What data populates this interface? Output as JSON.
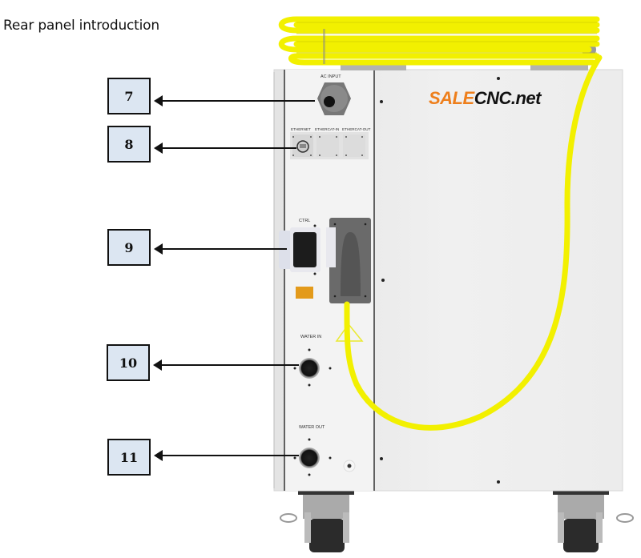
{
  "page": {
    "title": "Rear panel introduction"
  },
  "callouts": [
    {
      "number": "7",
      "target": "AC INPUT"
    },
    {
      "number": "8",
      "target": "ETHERNET"
    },
    {
      "number": "9",
      "target": "CTRL"
    },
    {
      "number": "10",
      "target": "WATER IN"
    },
    {
      "number": "11",
      "target": "WATER OUT"
    }
  ],
  "panel_labels": {
    "ac_input": "AC INPUT",
    "ethernet": "ETHERNET",
    "ethercat_in": "ETHERCAT-IN",
    "ethercat_out": "ETHERCAT-OUT",
    "ctrl": "CTRL",
    "water_in": "WATER IN",
    "water_out": "WATER OUT"
  },
  "logo": {
    "part1": "SALE",
    "part2": "CNC.net",
    "accent_color": "#ee7f1c"
  },
  "colors": {
    "callout_fill": "#dce6f2",
    "fiber_cable": "#f2f000",
    "cabinet": "#eeeeee"
  }
}
